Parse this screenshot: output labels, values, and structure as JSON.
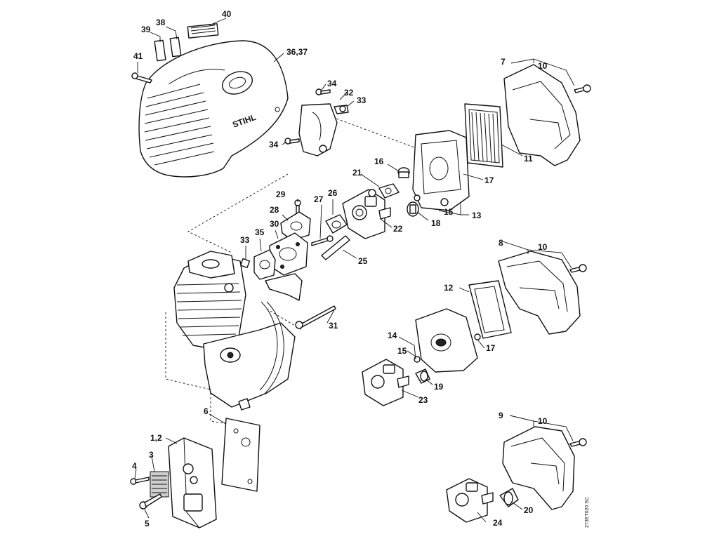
{
  "labels": {
    "p1_2": "1,2",
    "p3": "3",
    "p4": "4",
    "p5": "5",
    "p6": "6",
    "p7": "7",
    "p8": "8",
    "p9": "9",
    "p10a": "10",
    "p10b": "10",
    "p10c": "10",
    "p11": "11",
    "p12": "12",
    "p13": "13",
    "p14": "14",
    "p15a": "15",
    "p15b": "15",
    "p16": "16",
    "p17a": "17",
    "p17b": "17",
    "p18": "18",
    "p19": "19",
    "p20": "20",
    "p21": "21",
    "p22": "22",
    "p23": "23",
    "p24": "24",
    "p25": "25",
    "p26": "26",
    "p27": "27",
    "p28": "28",
    "p29": "29",
    "p30": "30",
    "p31": "31",
    "p32": "32",
    "p33a": "33",
    "p33b": "33",
    "p34a": "34",
    "p34b": "34",
    "p35": "35",
    "p36_37": "36,37",
    "p38": "38",
    "p39": "39",
    "p40": "40",
    "p41": "41"
  },
  "brand_text": "STIHL",
  "drawing_code": "273ET020 SC"
}
